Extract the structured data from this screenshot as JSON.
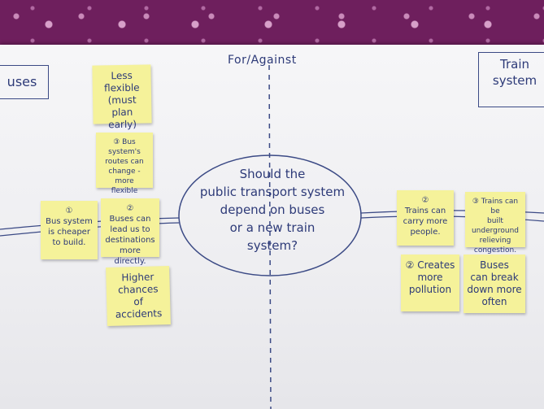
{
  "header": {
    "for_against": "For/Against"
  },
  "labels": {
    "buses": "uses",
    "train_system": "Train\nsystem"
  },
  "question": "Should the\npublic transport system\ndepend on buses\nor a new train\nsystem?",
  "notes_bus": [
    {
      "text": "Less\nflexible\n(must\nplan early)"
    },
    {
      "text": "③ Bus system's\nroutes can\nchange - more\nflexible"
    },
    {
      "text": "①\nBus system\nis cheaper\nto build."
    },
    {
      "text": "②\nBuses can\nlead us to\ndestinations\nmore directly."
    },
    {
      "text": "Higher\nchances\nof\naccidents"
    }
  ],
  "notes_train": [
    {
      "text": "②\nTrains can\ncarry more\npeople."
    },
    {
      "text": "③ Trains can be\nbuilt underground\nrelieving\ncongestion."
    },
    {
      "text": "② Creates\nmore\npollution"
    },
    {
      "text": "Buses\ncan break\ndown more\noften"
    }
  ],
  "colors": {
    "ink": "#2d3a78",
    "sticky": "#f5f29a",
    "backdrop": "#6e1f5d"
  }
}
